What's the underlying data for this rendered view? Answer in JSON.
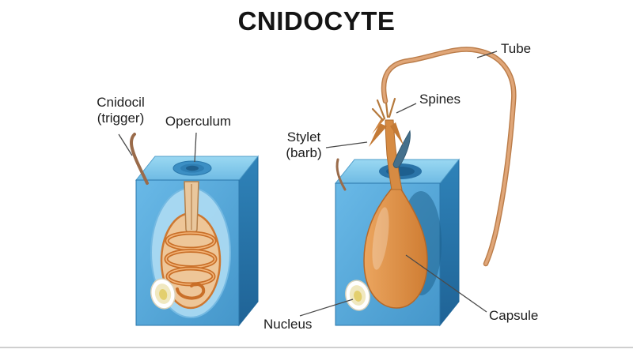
{
  "title": "CNIDOCYTE",
  "labels": {
    "cnidocil": {
      "line1": "Cnidocil",
      "line2": "(trigger)"
    },
    "operculum": "Operculum",
    "stylet": {
      "line1": "Stylet",
      "line2": "(barb)"
    },
    "tube": "Tube",
    "spines": "Spines",
    "nucleus": "Nucleus",
    "capsule": "Capsule"
  },
  "colors": {
    "cell_blue_front": "#4da6db",
    "cell_blue_top": "#8fd0ef",
    "cell_blue_side": "#2f7fb5",
    "capsule_orange": "#dd8f4a",
    "coil_orange": "#c96f28",
    "tube_tan": "#e0a678",
    "cnidocil_brown": "#9a6b4a",
    "nucleus_yellow": "#e6d27a",
    "label_text": "#1d1d1d",
    "title_text": "#141414"
  }
}
